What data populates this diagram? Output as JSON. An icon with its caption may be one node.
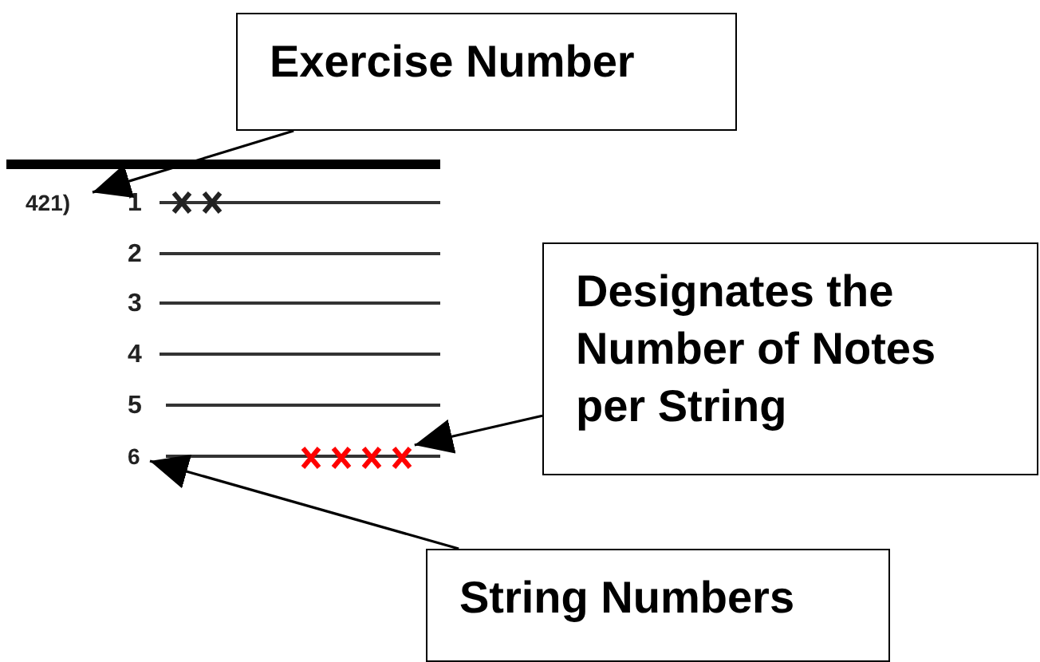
{
  "diagram": {
    "nodes": [
      {
        "text": [
          "Exercise Number"
        ]
      },
      {
        "text": [
          "421)"
        ]
      },
      {
        "text": [
          "Designates the Number of Notes per String"
        ]
      },
      {
        "text": [],
        "shape": "cross"
      },
      {
        "text": [
          "String Numbers"
        ]
      },
      {
        "text": [
          "6"
        ]
      }
    ],
    "edges": [
      {
        "from": 0,
        "to": 1,
        "arrow": "to"
      },
      {
        "from": 2,
        "to": 3,
        "arrow": "to"
      },
      {
        "from": 4,
        "to": 5,
        "arrow": "to"
      }
    ],
    "labels": [
      "1",
      "2",
      "3",
      "4",
      "5"
    ]
  }
}
